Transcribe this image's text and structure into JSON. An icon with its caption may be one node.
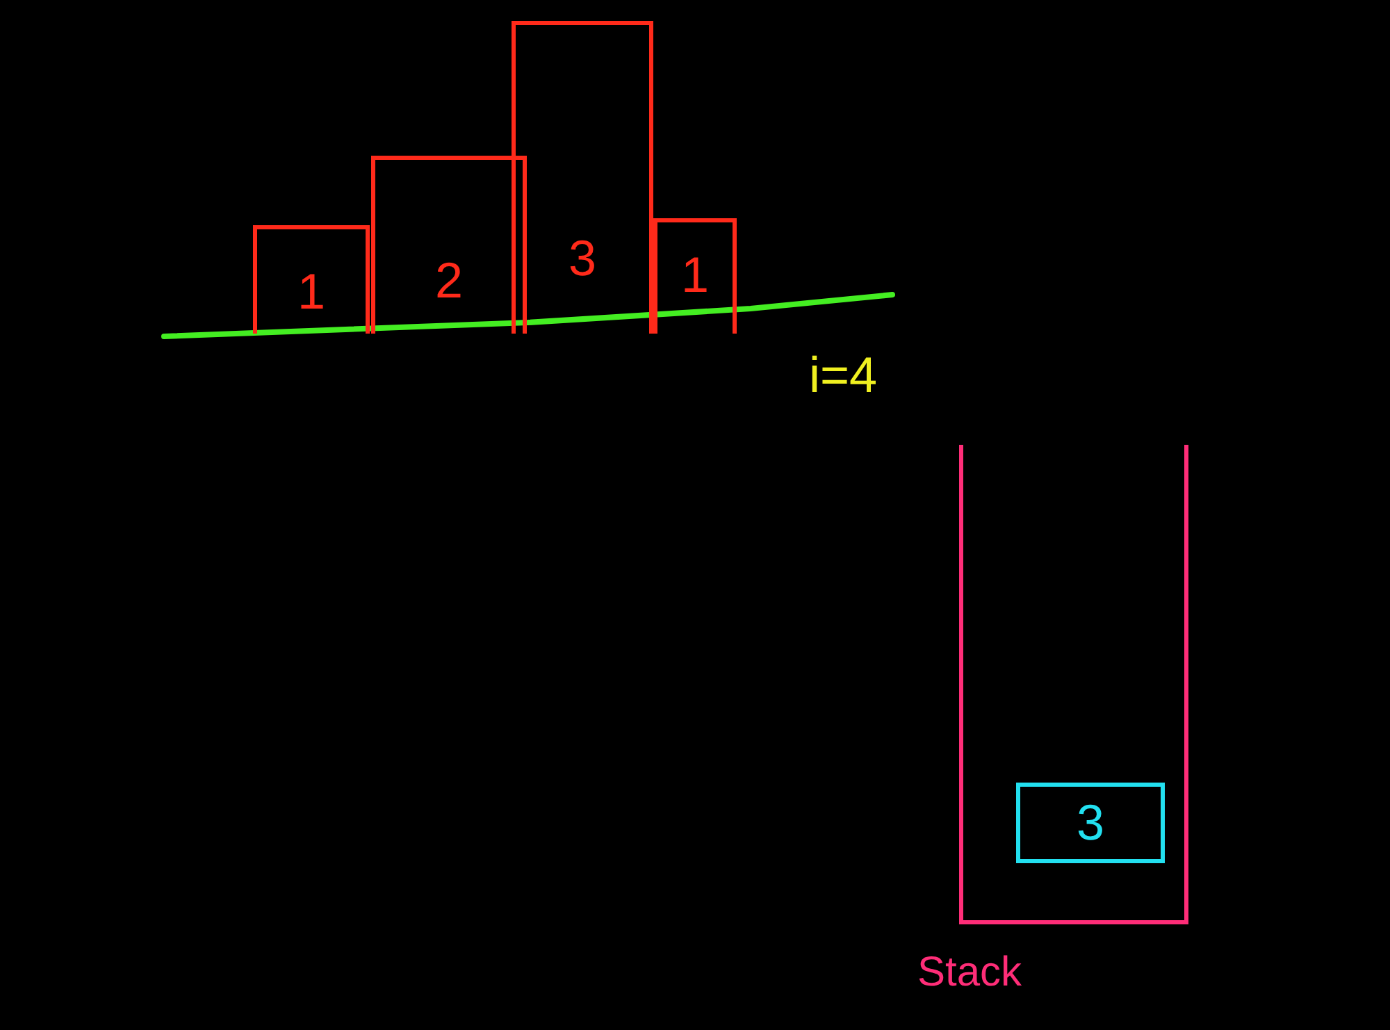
{
  "diagram": {
    "nodes": [
      {
        "text": [
          "1"
        ]
      },
      {
        "text": [
          "2"
        ]
      },
      {
        "text": [
          "3"
        ]
      },
      {
        "text": [
          "1"
        ]
      },
      {
        "text": [],
        "shape": "box",
        "beside": [
          "Stack"
        ]
      },
      {
        "text": [
          "3"
        ],
        "in": 4
      }
    ],
    "labels": [
      "i=4"
    ]
  }
}
